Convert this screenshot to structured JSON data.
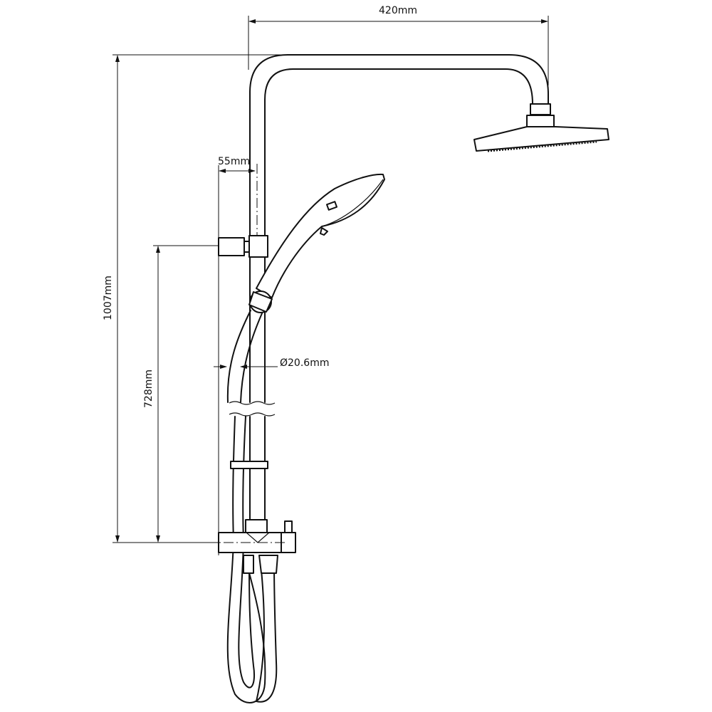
{
  "dimensions": {
    "arm_length": "420mm",
    "total_height": "1007mm",
    "bracket_offset": "55mm",
    "outlet_height": "728mm",
    "hose_diameter": "Ø20.6mm"
  },
  "line_color": "#111111"
}
